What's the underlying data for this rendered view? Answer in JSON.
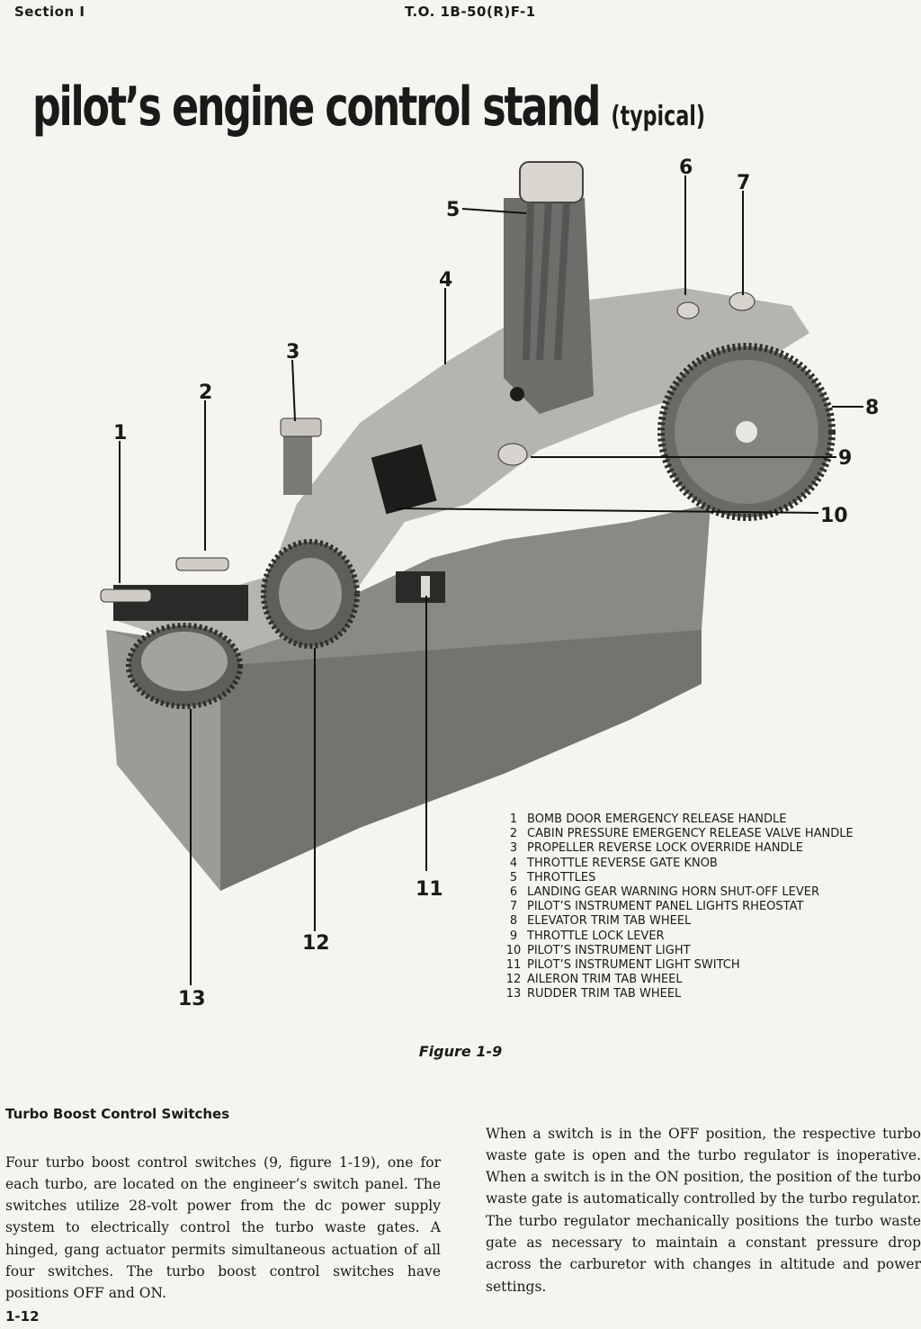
{
  "header": {
    "section": "Section I",
    "to_number": "T.O. 1B-50(R)F-1"
  },
  "title": {
    "main": "pilot’s engine control stand",
    "sub": "(typical)"
  },
  "callouts": [
    "1",
    "2",
    "3",
    "4",
    "5",
    "6",
    "7",
    "8",
    "9",
    "10",
    "11",
    "12",
    "13"
  ],
  "legend": [
    {
      "num": "1",
      "label": "BOMB DOOR EMERGENCY RELEASE HANDLE"
    },
    {
      "num": "2",
      "label": "CABIN PRESSURE EMERGENCY RELEASE VALVE HANDLE"
    },
    {
      "num": "3",
      "label": "PROPELLER REVERSE LOCK OVERRIDE HANDLE"
    },
    {
      "num": "4",
      "label": "THROTTLE REVERSE GATE KNOB"
    },
    {
      "num": "5",
      "label": "THROTTLES"
    },
    {
      "num": "6",
      "label": "LANDING GEAR WARNING HORN SHUT-OFF LEVER"
    },
    {
      "num": "7",
      "label": "PILOT’S INSTRUMENT PANEL LIGHTS RHEOSTAT"
    },
    {
      "num": "8",
      "label": "ELEVATOR TRIM TAB WHEEL"
    },
    {
      "num": "9",
      "label": "THROTTLE LOCK LEVER"
    },
    {
      "num": "10",
      "label": "PILOT’S INSTRUMENT LIGHT"
    },
    {
      "num": "11",
      "label": "PILOT’S INSTRUMENT LIGHT SWITCH"
    },
    {
      "num": "12",
      "label": "AILERON TRIM TAB WHEEL"
    },
    {
      "num": "13",
      "label": "RUDDER TRIM TAB WHEEL"
    }
  ],
  "figure_caption": "Figure 1-9",
  "section_heading": "Turbo Boost Control Switches",
  "paragraphs": {
    "left": "Four turbo boost control switches (9, figure 1-19), one for each turbo, are located on the engineer’s switch panel. The switches utilize 28-volt power from the dc power supply system to electrically control the turbo waste gates. A hinged, gang actuator permits simultaneous actuation of all four switches. The turbo boost control switches have positions OFF and ON.",
    "right": "When a switch is in the OFF position, the respective turbo waste gate is open and the turbo regulator is inoperative. When a switch is in the ON position, the position of the turbo waste gate is automatically controlled by the turbo regulator. The turbo regulator mechanically positions the turbo waste gate as necessary to maintain a constant pressure drop across the carburetor with changes in altitude and power settings."
  },
  "page_number": "1-12"
}
